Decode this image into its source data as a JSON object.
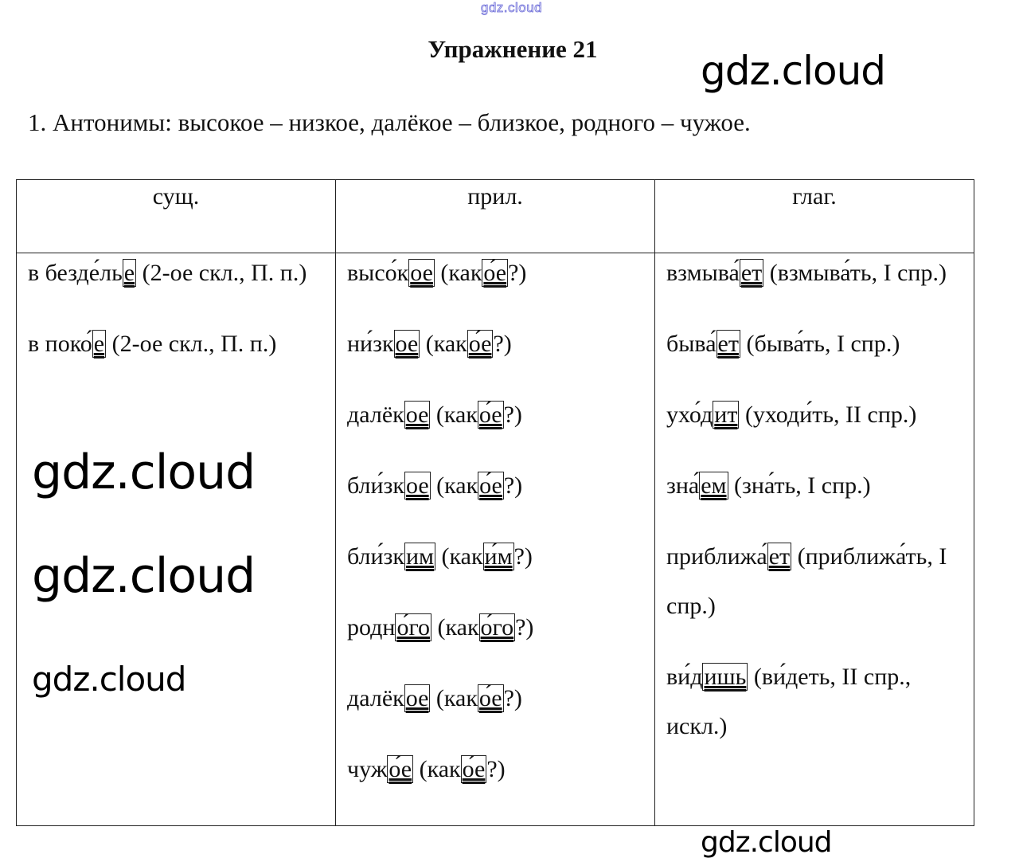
{
  "watermarks": {
    "top": "gdz.cloud",
    "w1": "gdz.cloud",
    "w2": "gdz.cloud",
    "w3": "gdz.cloud",
    "w4": "gdz.cloud",
    "w5": "gdz.cloud"
  },
  "title": "Упражнение 21",
  "intro": "1. Антонимы: высокое – низкое, далёкое – близкое, родного – чужое.",
  "table": {
    "headers": [
      "сущ.",
      "прил.",
      "глаг."
    ],
    "columns": [
      [
        [
          {
            "t": "в безде́ль"
          },
          {
            "t": "е",
            "box": true
          },
          {
            "t": " (2-ое скл., П. п.)"
          }
        ],
        [
          {
            "t": "в поко́"
          },
          {
            "t": "е",
            "box": true
          },
          {
            "t": " (2-ое скл., П. п.)"
          }
        ]
      ],
      [
        [
          {
            "t": "высо́к"
          },
          {
            "t": "ое",
            "box": true
          },
          {
            "t": " (как"
          },
          {
            "t": "о́е",
            "box": true
          },
          {
            "t": "?)"
          }
        ],
        [
          {
            "t": "ни́зк"
          },
          {
            "t": "ое",
            "box": true
          },
          {
            "t": " (как"
          },
          {
            "t": "о́е",
            "box": true
          },
          {
            "t": "?)"
          }
        ],
        [
          {
            "t": "далёк"
          },
          {
            "t": "ое",
            "box": true
          },
          {
            "t": " (как"
          },
          {
            "t": "о́е",
            "box": true
          },
          {
            "t": "?)"
          }
        ],
        [
          {
            "t": "бли́зк"
          },
          {
            "t": "ое",
            "box": true
          },
          {
            "t": " (как"
          },
          {
            "t": "о́е",
            "box": true
          },
          {
            "t": "?)"
          }
        ],
        [
          {
            "t": "бли́зк"
          },
          {
            "t": "им",
            "box": true
          },
          {
            "t": " (как"
          },
          {
            "t": "и́м",
            "box": true
          },
          {
            "t": "?)"
          }
        ],
        [
          {
            "t": "родн"
          },
          {
            "t": "о́го",
            "box": true
          },
          {
            "t": " (как"
          },
          {
            "t": "о́го",
            "box": true
          },
          {
            "t": "?)"
          }
        ],
        [
          {
            "t": "далёк"
          },
          {
            "t": "ое",
            "box": true
          },
          {
            "t": " (как"
          },
          {
            "t": "о́е",
            "box": true
          },
          {
            "t": "?)"
          }
        ],
        [
          {
            "t": "чуж"
          },
          {
            "t": "о́е",
            "box": true
          },
          {
            "t": " (как"
          },
          {
            "t": "о́е",
            "box": true
          },
          {
            "t": "?)"
          }
        ]
      ],
      [
        [
          {
            "t": "взмыва́"
          },
          {
            "t": "ет",
            "box": true
          },
          {
            "t": " (взмыва́ть, I спр.)"
          }
        ],
        [
          {
            "t": "бы­ва́"
          },
          {
            "t": "ет",
            "box": true
          },
          {
            "t": " (быва́ть, I спр.)"
          }
        ],
        [
          {
            "t": "ухо́д"
          },
          {
            "t": "ит",
            "box": true
          },
          {
            "t": " (уходи́ть, II спр.)"
          }
        ],
        [
          {
            "t": "зна́"
          },
          {
            "t": "ем",
            "box": true
          },
          {
            "t": " (зна́ть, I спр.)"
          }
        ],
        [
          {
            "t": "приближа́"
          },
          {
            "t": "ет",
            "box": true
          },
          {
            "t": " (приближа́ть, I спр.)"
          }
        ],
        [
          {
            "t": "ви́д"
          },
          {
            "t": "ишь",
            "box": true
          },
          {
            "t": " (ви́деть, II спр., искл.)"
          }
        ]
      ]
    ]
  }
}
